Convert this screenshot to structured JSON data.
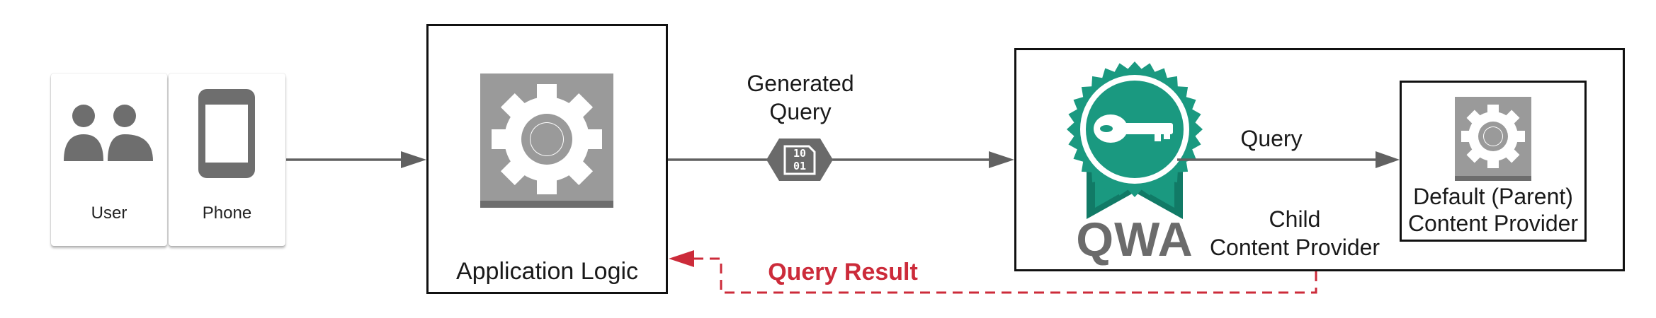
{
  "actors": {
    "user_label": "User",
    "phone_label": "Phone"
  },
  "app": {
    "label": "Application Logic"
  },
  "edges": {
    "generated_query_line1": "Generated",
    "generated_query_line2": "Query",
    "query_label": "Query",
    "query_result_label": "Query Result",
    "binary_badge_top": "10",
    "binary_badge_bottom": "01"
  },
  "qwa": {
    "logo_text": "QWA",
    "child_line1": "Child",
    "child_line2": "Content Provider",
    "default_line1": "Default (Parent)",
    "default_line2": "Content Provider"
  },
  "colors": {
    "gear_gray": "#9a9a9a",
    "gear_dark": "#6d6d6d",
    "qwa_green": "#1a9980",
    "qwa_green_dark": "#117a66",
    "result_red": "#cc2b3a",
    "line_gray": "#616161"
  }
}
